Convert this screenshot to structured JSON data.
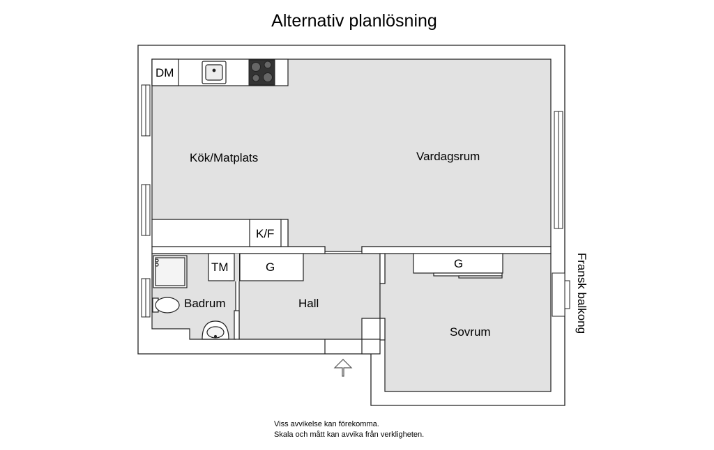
{
  "title": "Alternativ planlösning",
  "rooms": {
    "kitchen": "Kök/Matplats",
    "living": "Vardagsrum",
    "bathroom": "Badrum",
    "hall": "Hall",
    "bedroom": "Sovrum",
    "balcony": "Fransk balkong"
  },
  "fixtures": {
    "dishwasher": "DM",
    "fridge_freezer": "K/F",
    "washing_machine": "TM",
    "wardrobe_hall": "G",
    "wardrobe_bedroom": "G"
  },
  "icons": {
    "sink": "sink-icon",
    "stove": "stove-icon",
    "shower": "shower-icon",
    "toilet": "toilet-icon",
    "washbasin": "washbasin-icon",
    "entrance": "entrance-arrow-icon"
  },
  "notes": [
    "Viss avvikelse kan förekomma.",
    "Skala och mått kan avvika från verkligheten."
  ],
  "colors": {
    "floor": "#e2e2e2",
    "wall": "#ffffff",
    "line": "#222222"
  }
}
